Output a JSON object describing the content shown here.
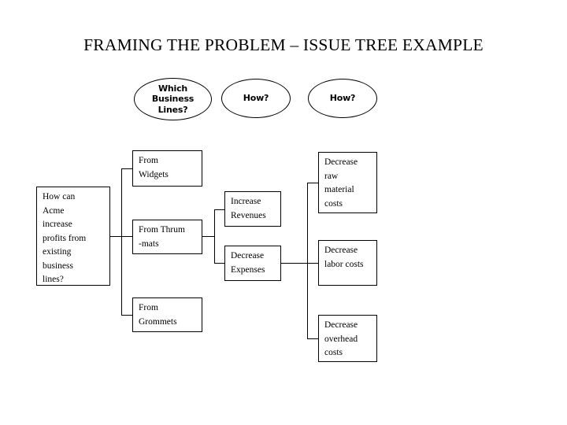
{
  "slide": {
    "title": "FRAMING THE PROBLEM – ISSUE TREE EXAMPLE",
    "background_color": "#ffffff",
    "line_color": "#000000",
    "text_color": "#000000"
  },
  "column_headers": [
    {
      "id": "header-which-business-lines",
      "lines": [
        "Which",
        "Business",
        "Lines?"
      ],
      "shape": "ellipse"
    },
    {
      "id": "header-how-1",
      "lines": [
        "How?"
      ],
      "shape": "ellipse"
    },
    {
      "id": "header-how-2",
      "lines": [
        "How?"
      ],
      "shape": "ellipse"
    }
  ],
  "root": {
    "id": "root-question",
    "lines": [
      "How can",
      "Acme",
      "increase",
      "profits from",
      "existing",
      "business",
      "lines?"
    ]
  },
  "level1": [
    {
      "id": "from-widgets",
      "lines": [
        "From",
        "Widgets"
      ]
    },
    {
      "id": "from-thrum-mats",
      "lines": [
        "From Thrum",
        "-mats"
      ]
    },
    {
      "id": "from-grommets",
      "lines": [
        "From",
        "Grommets"
      ]
    }
  ],
  "level2": [
    {
      "id": "increase-revenues",
      "lines": [
        "Increase",
        "Revenues"
      ]
    },
    {
      "id": "decrease-expenses",
      "lines": [
        "Decrease",
        "Expenses"
      ]
    }
  ],
  "level3": [
    {
      "id": "decrease-raw-material-costs",
      "lines": [
        "Decrease",
        "raw",
        "material",
        "costs"
      ]
    },
    {
      "id": "decrease-labor-costs",
      "lines": [
        "Decrease",
        "labor costs"
      ]
    },
    {
      "id": "decrease-overhead-costs",
      "lines": [
        "Decrease",
        "overhead",
        "costs"
      ]
    }
  ]
}
